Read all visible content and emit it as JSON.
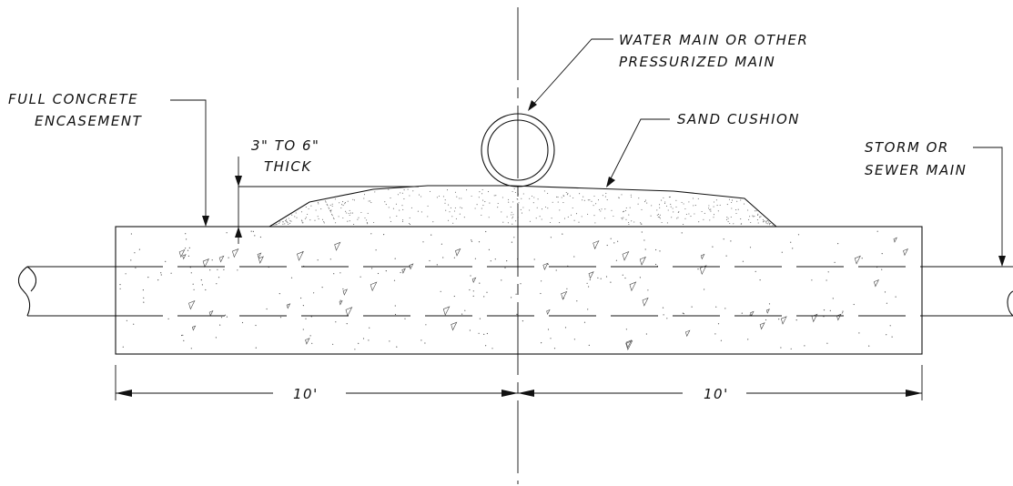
{
  "labels": {
    "water_main_line1": "WATER MAIN OR OTHER",
    "water_main_line2": "PRESSURIZED MAIN",
    "full_concrete_line1": "FULL CONCRETE",
    "full_concrete_line2": "ENCASEMENT",
    "sand_cushion": "SAND CUSHION",
    "thick_line1": "3\" TO 6\"",
    "thick_line2": "THICK",
    "storm_sewer_line1": "STORM OR",
    "storm_sewer_line2": "SEWER MAIN"
  },
  "dimensions": {
    "left": "10'",
    "right": "10'"
  },
  "colors": {
    "line": "#111111",
    "background": "#ffffff"
  }
}
